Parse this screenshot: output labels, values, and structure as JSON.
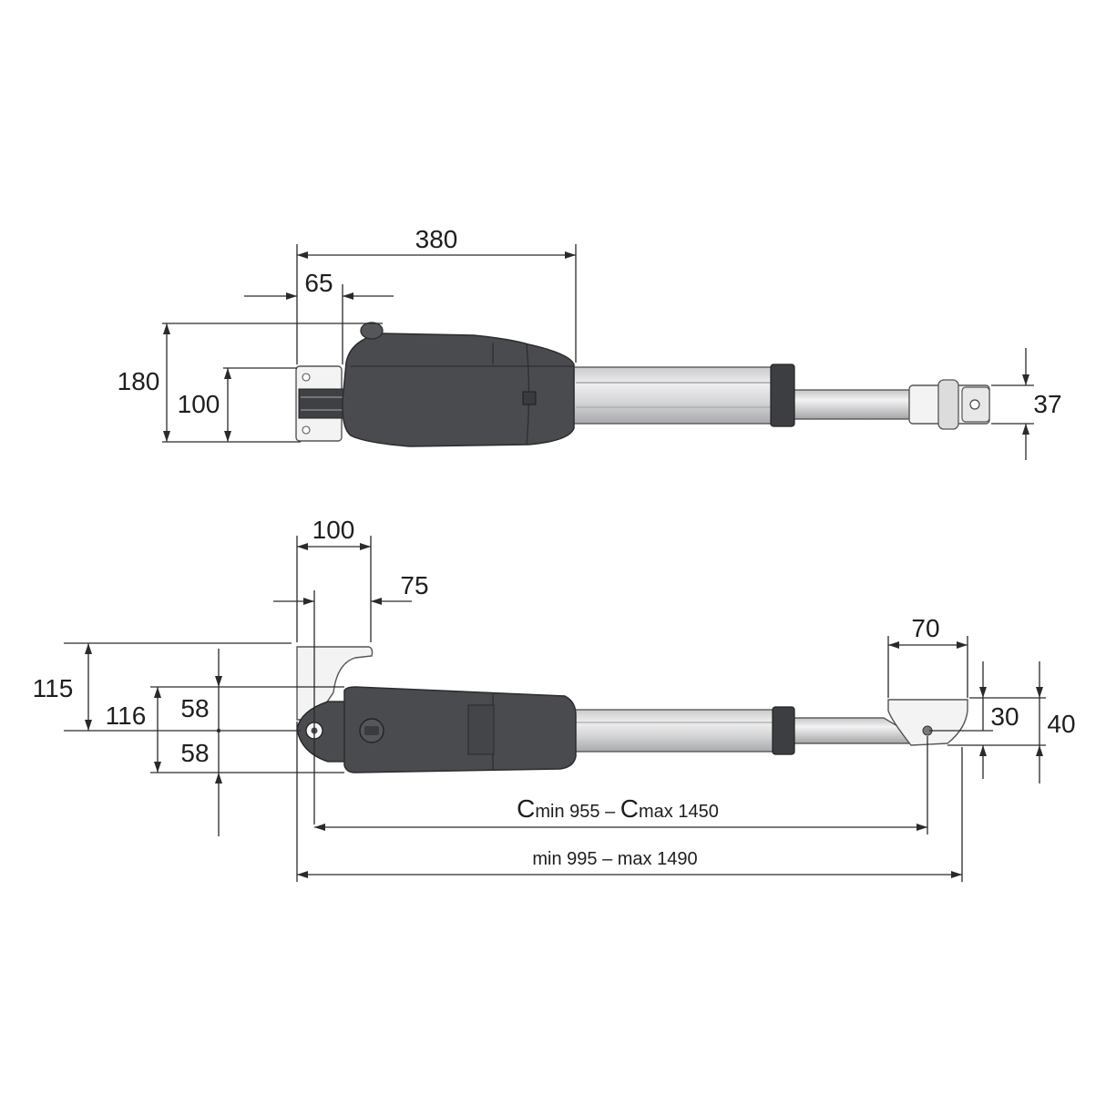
{
  "top_view": {
    "dim_380": "380",
    "dim_65": "65",
    "dim_180": "180",
    "dim_100": "100",
    "dim_37": "37"
  },
  "side_view": {
    "dim_100": "100",
    "dim_75": "75",
    "dim_115": "115",
    "dim_116": "116",
    "dim_58_upper": "58",
    "dim_58_lower": "58",
    "dim_70": "70",
    "dim_30": "30",
    "dim_40": "40",
    "c_prefix_1": "C",
    "c_min_text": "min 955 – ",
    "c_prefix_2": "C",
    "c_max_text": "max 1450",
    "overall_length": "min 995 – max 1490"
  }
}
